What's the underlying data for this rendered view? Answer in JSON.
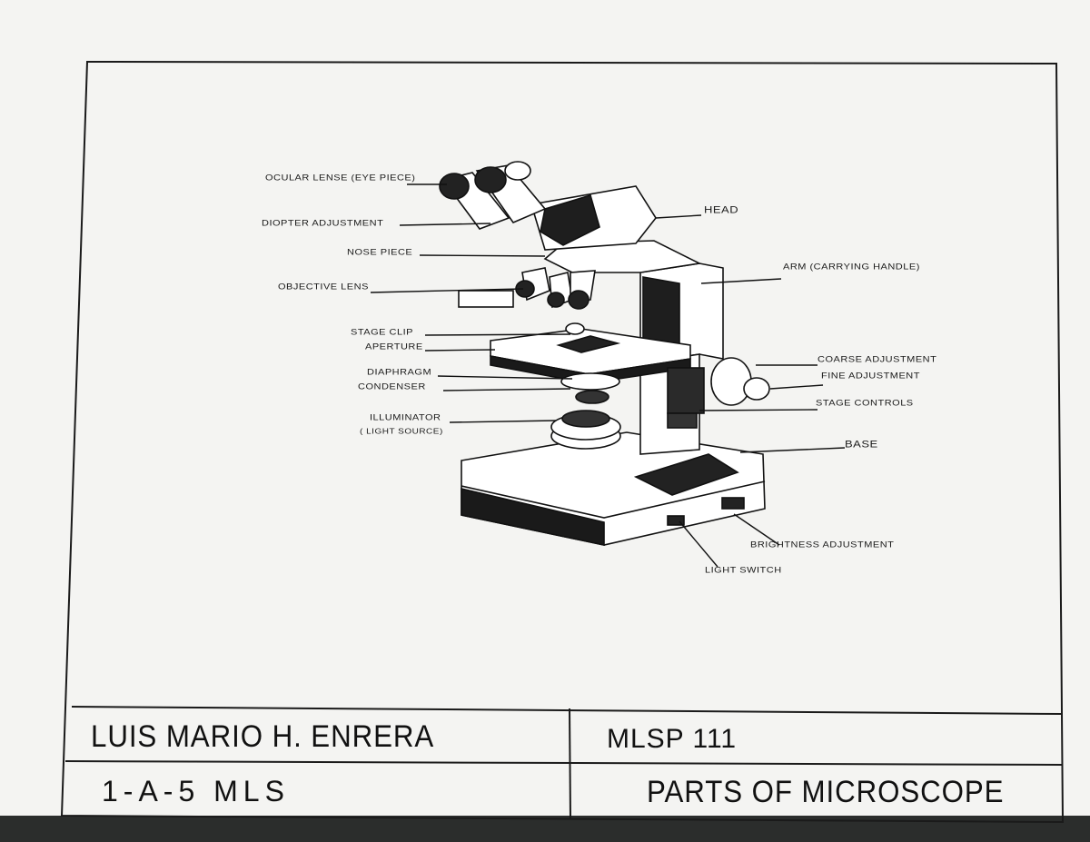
{
  "labels": {
    "ocular_lens": "OCULAR LENSE (EYE PIECE)",
    "diopter": "DIOPTER ADJUSTMENT",
    "nose_piece": "NOSE PIECE",
    "objective_lens": "OBJECTIVE LENS",
    "stage_clip": "STAGE CLIP",
    "aperture": "APERTURE",
    "diaphragm": "DIAPHRAGM",
    "condenser": "CONDENSER",
    "illuminator": "ILLUMINATOR",
    "light_source": "( LIGHT SOURCE)",
    "head": "HEAD",
    "arm": "ARM (CARRYING HANDLE)",
    "coarse": "COARSE ADJUSTMENT",
    "fine": "FINE ADJUSTMENT",
    "stage_controls": "STAGE CONTROLS",
    "base": "BASE",
    "brightness": "BRIGHTNESS ADJUSTMENT",
    "light_switch": "LIGHT SWITCH"
  },
  "title_block": {
    "name": "LUIS MARIO H. ENRERA",
    "course": "MLSP 111",
    "section": "1-A-5 MLS",
    "title": "PARTS OF MICROSCOPE"
  }
}
